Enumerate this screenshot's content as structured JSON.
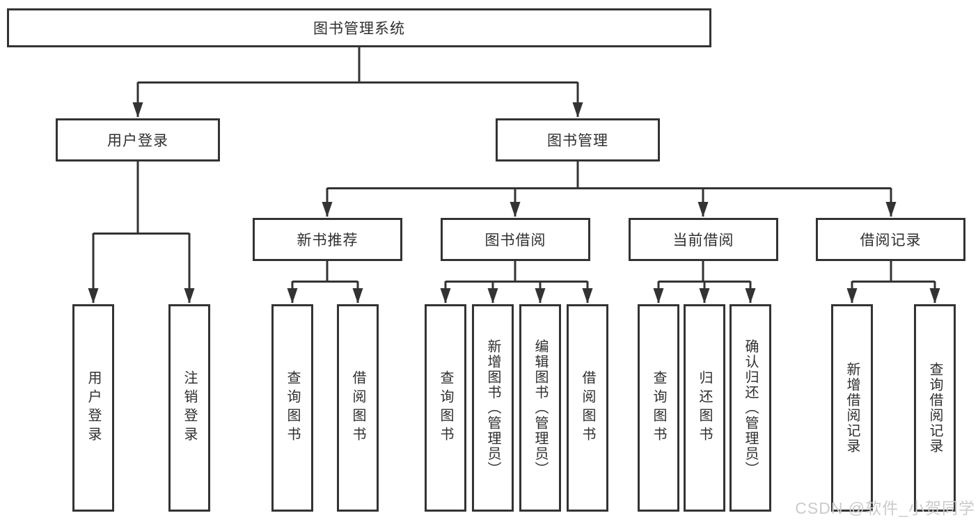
{
  "colors": {
    "line": "#333333",
    "text": "#2f2f2f",
    "box_bg": "#ffffff",
    "watermark": "#cbcbcb"
  },
  "watermark": {
    "text": "CSDN @软件_小贺同学"
  },
  "tree": {
    "root": {
      "label": "图书管理系统"
    },
    "branches": [
      {
        "label": "用户登录",
        "children": [
          {
            "label": "用户登录"
          },
          {
            "label": "注销登录"
          }
        ]
      },
      {
        "label": "图书管理",
        "children": [
          {
            "label": "新书推荐",
            "children": [
              {
                "label": "查询图书"
              },
              {
                "label": "借阅图书"
              }
            ]
          },
          {
            "label": "图书借阅",
            "children": [
              {
                "label": "查询图书"
              },
              {
                "label": "新增图书（管理员）"
              },
              {
                "label": "编辑图书（管理员）"
              },
              {
                "label": "借阅图书"
              }
            ]
          },
          {
            "label": "当前借阅",
            "children": [
              {
                "label": "查询图书"
              },
              {
                "label": "归还图书"
              },
              {
                "label": "确认归还（管理员）"
              }
            ]
          },
          {
            "label": "借阅记录",
            "children": [
              {
                "label": "新增借阅记录"
              },
              {
                "label": "查询借阅记录"
              }
            ]
          }
        ]
      }
    ]
  }
}
